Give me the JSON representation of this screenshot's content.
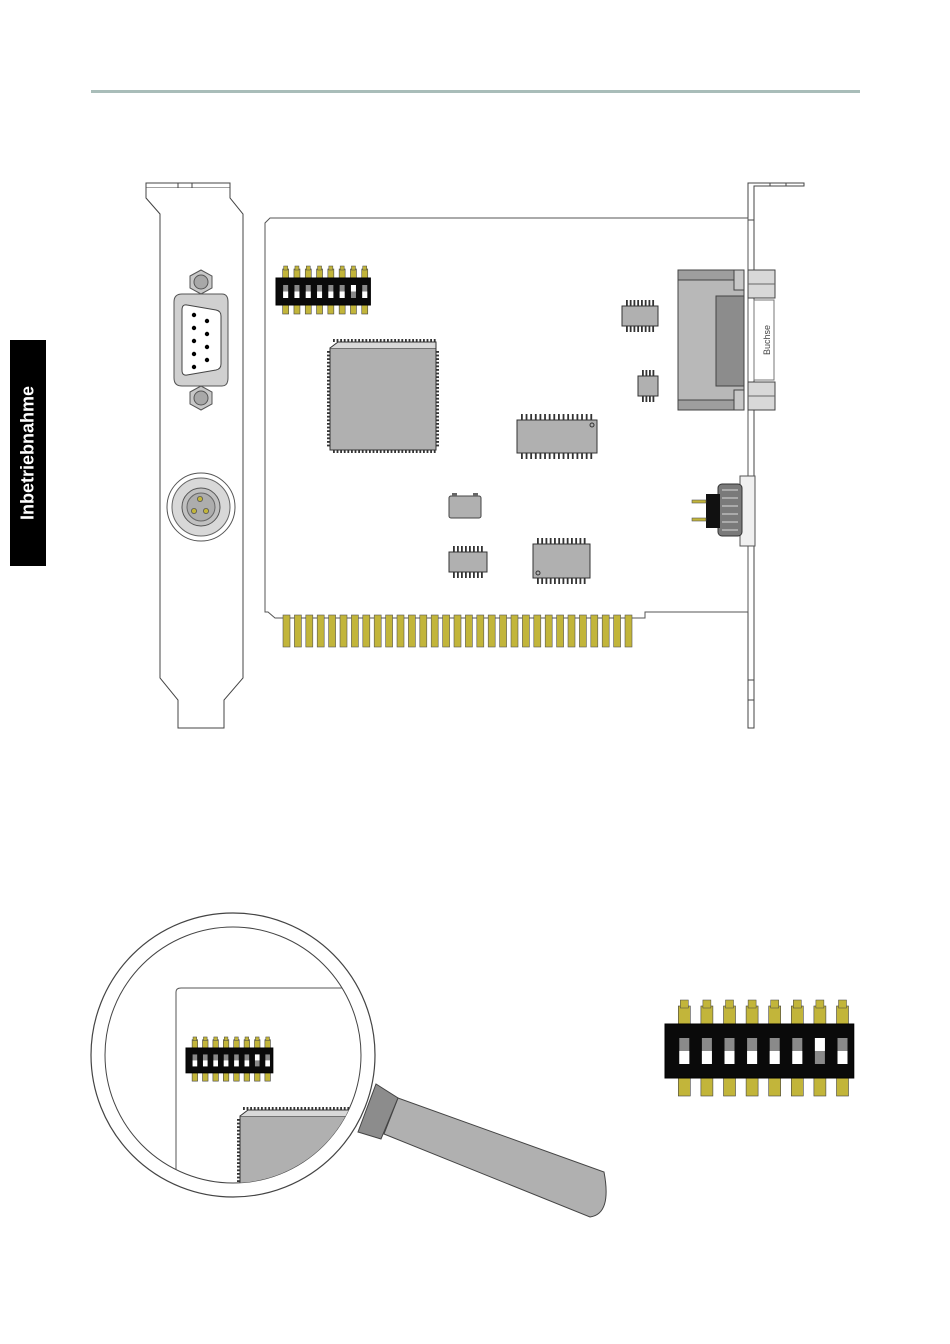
{
  "side_tab": {
    "label": "Inbetriebnahme"
  },
  "card": {
    "connector_label": "Buchse"
  },
  "dip_switch": {
    "switch_count": 8,
    "positions": [
      "off",
      "off",
      "off",
      "off",
      "off",
      "off",
      "on",
      "off"
    ]
  },
  "colors": {
    "rule": "#a9bdb9",
    "tab_bg": "#000000",
    "pcb_outline": "#555555",
    "chip": "#b0b0b0",
    "gold_contact": "#c2b53a",
    "switch_body": "#0a0a0a",
    "bracket": "#ffffff"
  }
}
